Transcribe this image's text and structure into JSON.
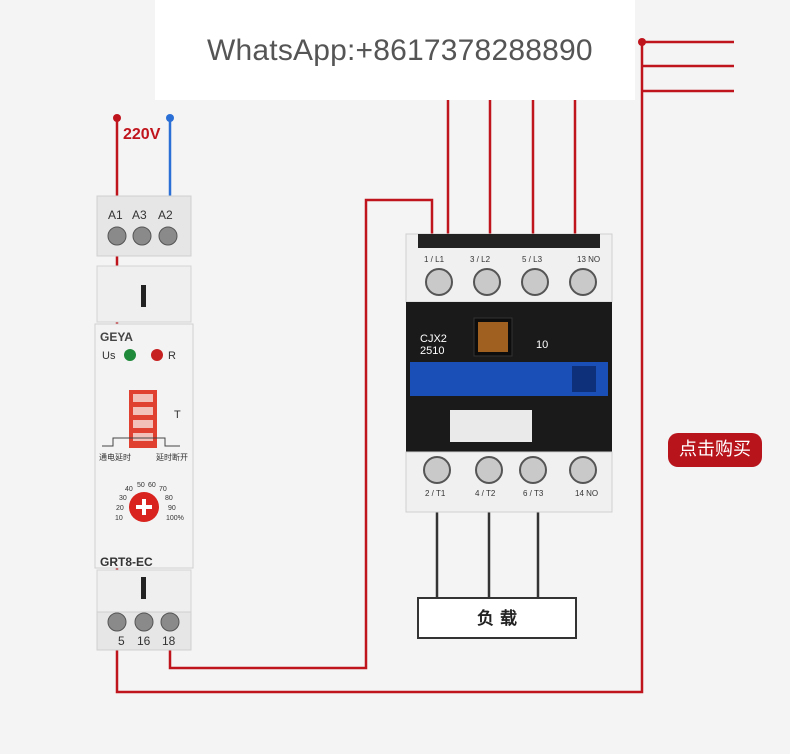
{
  "banner": {
    "contact": "WhatsApp:+8617378288890"
  },
  "supply": {
    "voltage": "220V"
  },
  "relay": {
    "brand": "GEYA",
    "model": "GRT8-EC",
    "top_terminals": [
      "A1",
      "A3",
      "A2"
    ],
    "bottom_terminals": [
      "5",
      "16",
      "18"
    ],
    "led_us": "Us",
    "led_r": "R",
    "dip_label": "T",
    "mode_left": "通电延时",
    "mode_right": "延时断开",
    "dial_scale": [
      "10",
      "20",
      "30",
      "40",
      "50",
      "60",
      "70",
      "80",
      "90",
      "100%"
    ]
  },
  "contactor": {
    "model_line1": "CJX2",
    "model_line2": "2510",
    "rating": "10",
    "top_terminals": [
      "1 / L1",
      "3 / L2",
      "5 / L3",
      "13 NO"
    ],
    "bottom_terminals": [
      "2 / T1",
      "4 / T2",
      "6 / T3",
      "14 NO"
    ]
  },
  "load": {
    "label": "负 载"
  },
  "buy_button": {
    "label": "点击购买"
  },
  "colors": {
    "live_wire": "#c0141c",
    "neutral_wire": "#2a6fd6",
    "accent": "#b8141c",
    "contactor_blue": "#1b4fb8"
  }
}
